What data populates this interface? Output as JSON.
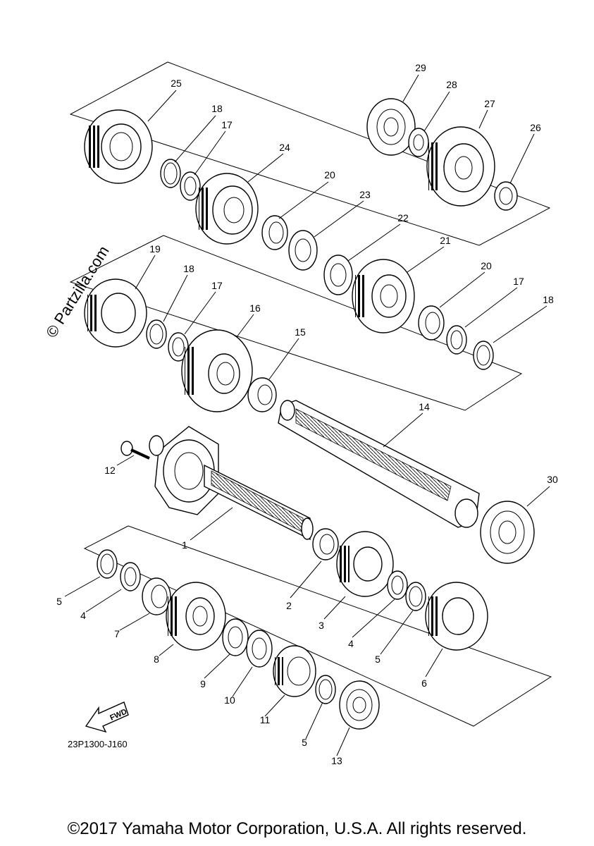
{
  "diagram": {
    "code": "23P1300-J160",
    "copyright": "©2017 Yamaha Motor Corporation, U.S.A. All rights reserved.",
    "watermark": "© Partzilla.com",
    "fwd_label": "FWD",
    "callouts": {
      "c1": "1",
      "c2": "2",
      "c3": "3",
      "c4a": "4",
      "c4b": "4",
      "c5a": "5",
      "c5b": "5",
      "c5c": "5",
      "c6": "6",
      "c7": "7",
      "c8": "8",
      "c9": "9",
      "c10": "10",
      "c11": "11",
      "c12": "12",
      "c13": "13",
      "c14": "14",
      "c15": "15",
      "c16": "16",
      "c17a": "17",
      "c17b": "17",
      "c17c": "17",
      "c18a": "18",
      "c18b": "18",
      "c18c": "18",
      "c19": "19",
      "c20a": "20",
      "c20b": "20",
      "c21": "21",
      "c22": "22",
      "c23": "23",
      "c24": "24",
      "c25": "25",
      "c26": "26",
      "c27": "27",
      "c28": "28",
      "c29": "29",
      "c30": "30"
    }
  }
}
